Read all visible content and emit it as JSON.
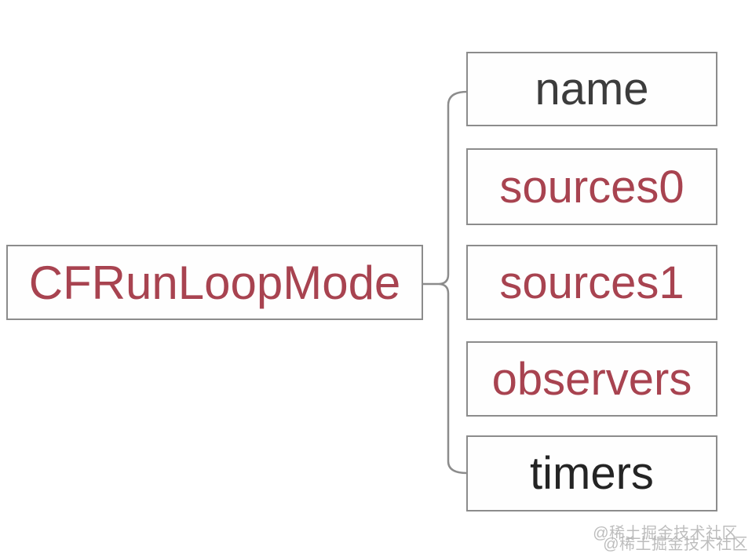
{
  "diagram": {
    "root": {
      "label": "CFRunLoopMode",
      "text_color": "#a84350"
    },
    "children": [
      {
        "label": "name",
        "text_color": "#3c3c3c"
      },
      {
        "label": "sources0",
        "text_color": "#a84350"
      },
      {
        "label": "sources1",
        "text_color": "#a84350"
      },
      {
        "label": "observers",
        "text_color": "#a84350"
      },
      {
        "label": "timers",
        "text_color": "#242424"
      }
    ],
    "border_color": "#8c8c8c"
  },
  "watermark": {
    "line1": "@稀土掘金技术社区",
    "line2": "@稀土掘金技术社区",
    "color": "#b2b2b2"
  }
}
